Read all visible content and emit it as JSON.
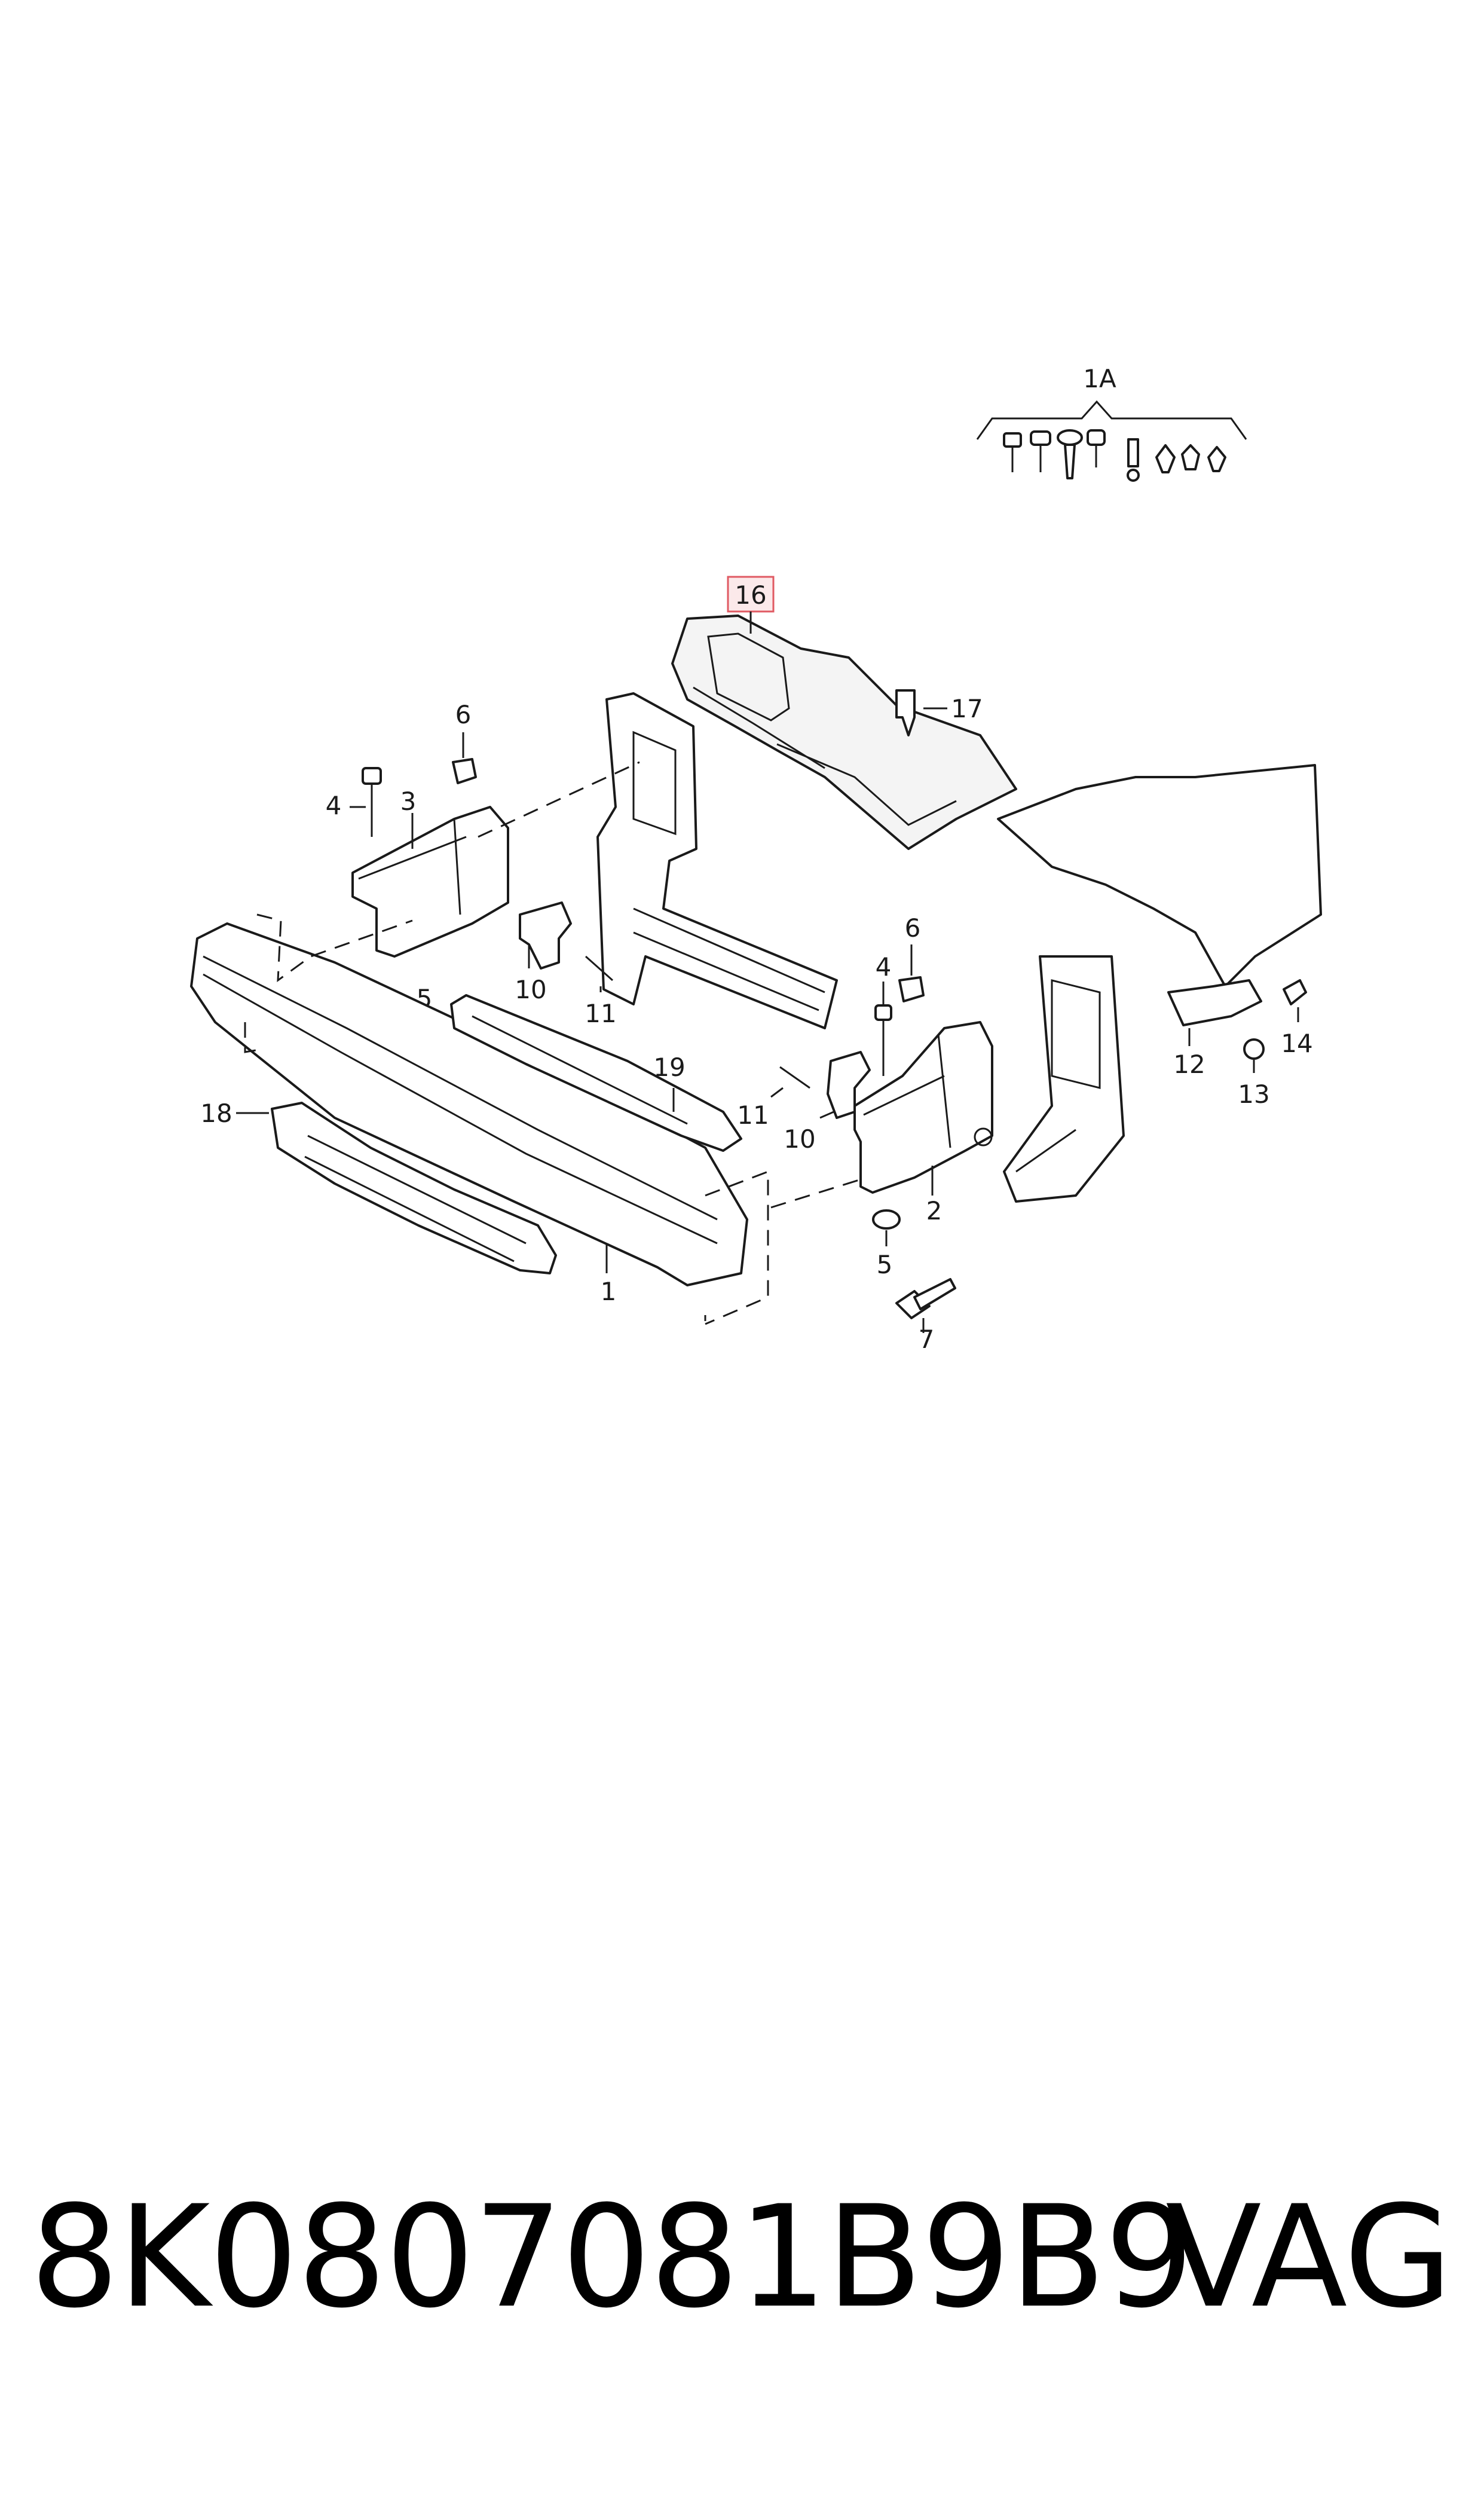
{
  "diagram": {
    "callouts": {
      "c1": "1",
      "c1A": "1A",
      "c2": "2",
      "c3": "3",
      "c4a": "4",
      "c4b": "4",
      "c5a": "5",
      "c5b": "5",
      "c6a": "6",
      "c6b": "6",
      "c7": "7",
      "c10a": "10",
      "c10b": "10",
      "c11a": "11",
      "c11b": "11",
      "c12": "12",
      "c13": "13",
      "c14": "14",
      "c16": "16",
      "c17": "17",
      "c18": "18",
      "c19": "19"
    },
    "highlighted_callout": "16",
    "highlight_color": "#e05a63"
  },
  "footer": {
    "part_number": "8K0807081B9B9",
    "brand": "VAG"
  }
}
